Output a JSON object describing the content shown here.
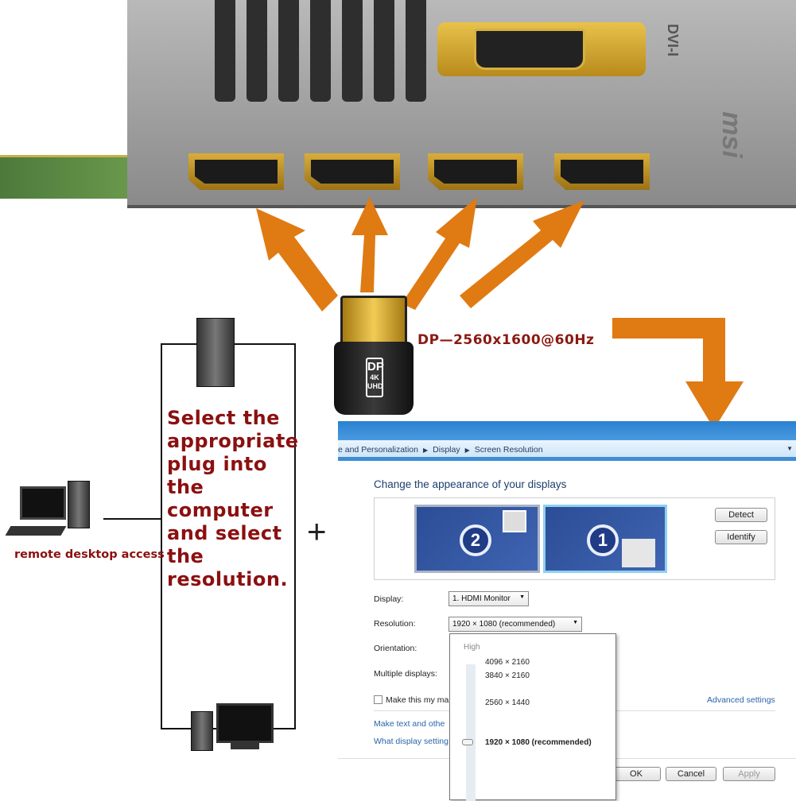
{
  "product": {
    "plug_logo": "DP",
    "plug_badge_top": "4K",
    "plug_badge_bottom": "UHD",
    "dp_spec": "DP—2560x1600@60Hz",
    "card_labels": [
      "DVI-I",
      "msi"
    ],
    "instruction": "Select the appropriate plug into the computer and select the resolution.",
    "remote_label": "remote desktop access",
    "plus": "+",
    "accent_color": "#e07a12",
    "text_color": "#8b1010"
  },
  "window": {
    "breadcrumb": [
      "e and Personalization",
      "Display",
      "Screen Resolution"
    ],
    "heading": "Change the appearance of your displays",
    "monitors": [
      "2",
      "1"
    ],
    "detect_label": "Detect",
    "identify_label": "Identify",
    "display_label": "Display:",
    "display_value": "1. HDMI Monitor",
    "resolution_label": "Resolution:",
    "resolution_value": "1920 × 1080 (recommended)",
    "orientation_label": "Orientation:",
    "multiple_label": "Multiple displays:",
    "make_main_label": "Make this my ma",
    "advanced_link": "Advanced settings",
    "link1": "Make text and othe",
    "link2": "What display setting",
    "dropdown": {
      "high_label": "High",
      "options": [
        "4096 × 2160",
        "3840 × 2160",
        "2560 × 1440",
        "1920 × 1080 (recommended)"
      ],
      "selected": "1920 × 1080 (recommended)"
    },
    "ok_label": "OK",
    "cancel_label": "Cancel",
    "apply_label": "Apply"
  }
}
